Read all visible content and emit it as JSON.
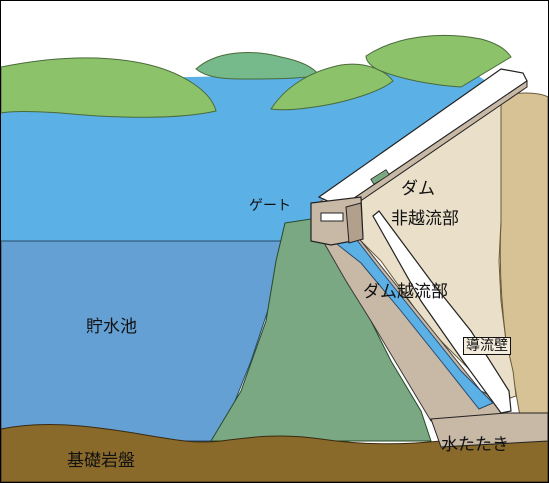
{
  "labels": {
    "gate": "ゲート",
    "dam_non_overflow_1": "ダム",
    "dam_non_overflow_2": "非越流部",
    "dam_overflow": "ダム越流部",
    "reservoir": "貯水池",
    "guide_wall": "導流壁",
    "water_cushion": "水たたき",
    "bedrock": "基礎岩盤"
  },
  "colors": {
    "sky": "#ffffff",
    "hills": "#8cc36a",
    "far_hills": "#76b98a",
    "reservoir_surface": "#5bb0e6",
    "reservoir_body": "#64a0d4",
    "dam_section": "#7aa882",
    "dam_face": "#eadfc8",
    "cliff": "#d6c294",
    "spillway_water": "#5bb0e6",
    "concrete": "#c8b8a6",
    "bedrock": "#8a6a2a"
  }
}
